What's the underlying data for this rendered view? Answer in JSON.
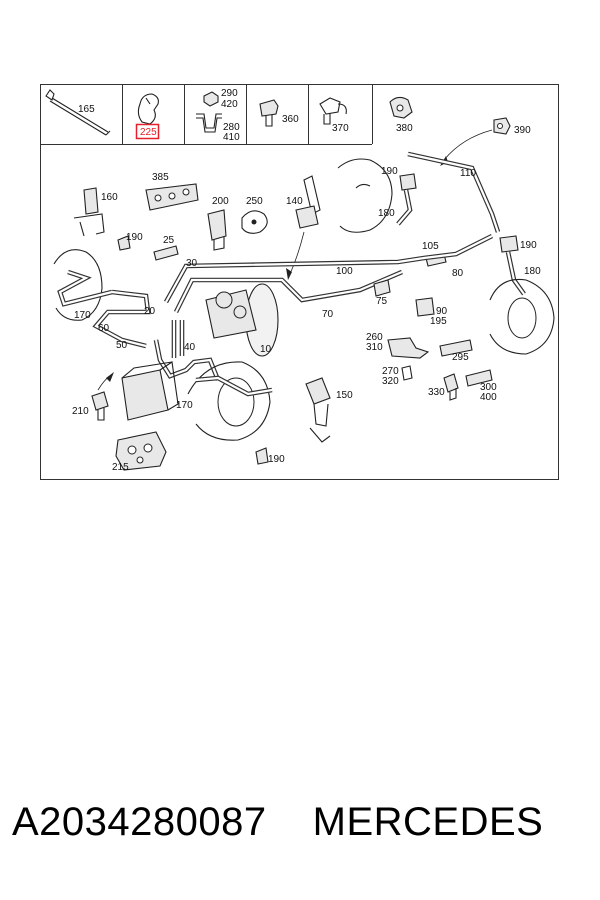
{
  "legend_row": [
    {
      "id": "165",
      "label": "165"
    },
    {
      "id": "225",
      "label": "225",
      "highlight": true
    },
    {
      "id": "290",
      "label": "290"
    },
    {
      "id": "420",
      "label": "420"
    },
    {
      "id": "280",
      "label": "280"
    },
    {
      "id": "410",
      "label": "410"
    },
    {
      "id": "360",
      "label": "360"
    },
    {
      "id": "370",
      "label": "370"
    },
    {
      "id": "380",
      "label": "380"
    }
  ],
  "callouts": [
    "390",
    "110",
    "190",
    "180",
    "385",
    "160",
    "200",
    "250",
    "140",
    "190",
    "25",
    "105",
    "190",
    "180",
    "30",
    "100",
    "80",
    "170",
    "60",
    "20",
    "75",
    "70",
    "90",
    "195",
    "50",
    "40",
    "10",
    "260",
    "310",
    "295",
    "270",
    "320",
    "330",
    "300",
    "400",
    "210",
    "170",
    "150",
    "215",
    "190"
  ],
  "colors": {
    "highlight": "#e4202a",
    "line": "#222222",
    "frame": "#333333"
  },
  "caption": {
    "part_number": "A2034280087",
    "brand": "MERCEDES"
  }
}
